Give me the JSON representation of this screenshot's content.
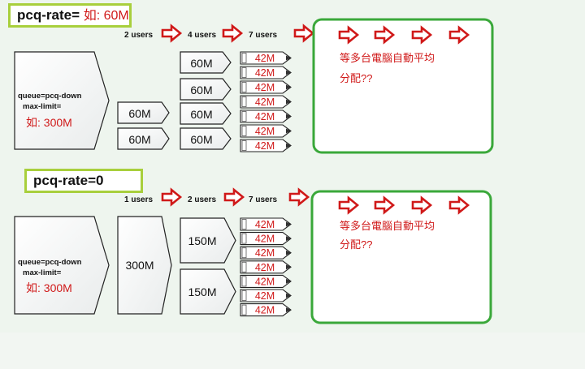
{
  "section_a": {
    "title_label": "pcq-rate=",
    "title_value": "如: 60M",
    "stage_labels": [
      "2 users",
      "4 users",
      "7 users"
    ],
    "queue_line1": "queue=pcq-down",
    "queue_line2": "max-limit=",
    "queue_value": "如: 300M",
    "users2": [
      "60M",
      "60M"
    ],
    "users4": [
      "60M",
      "60M",
      "60M",
      "60M"
    ],
    "users7": [
      "42M",
      "42M",
      "42M",
      "42M",
      "42M",
      "42M",
      "42M"
    ],
    "note_line1": "等多台電腦自動平均",
    "note_line2": "分配??"
  },
  "section_b": {
    "title_label": "pcq-rate=0",
    "stage_labels": [
      "1 users",
      "2 users",
      "7 users"
    ],
    "queue_line1": "queue=pcq-down",
    "queue_line2": "max-limit=",
    "queue_value": "如: 300M",
    "users1": [
      "300M"
    ],
    "users2": [
      "150M",
      "150M"
    ],
    "users7": [
      "42M",
      "42M",
      "42M",
      "42M",
      "42M",
      "42M",
      "42M"
    ],
    "note_line1": "等多台電腦自動平均",
    "note_line2": "分配??"
  },
  "colors": {
    "accent_red": "#d01919",
    "green_border": "#3aa83a",
    "title_border": "#a8cf3c",
    "block_fill": "#ffffff",
    "pale_fill": "#f2f6e2"
  }
}
